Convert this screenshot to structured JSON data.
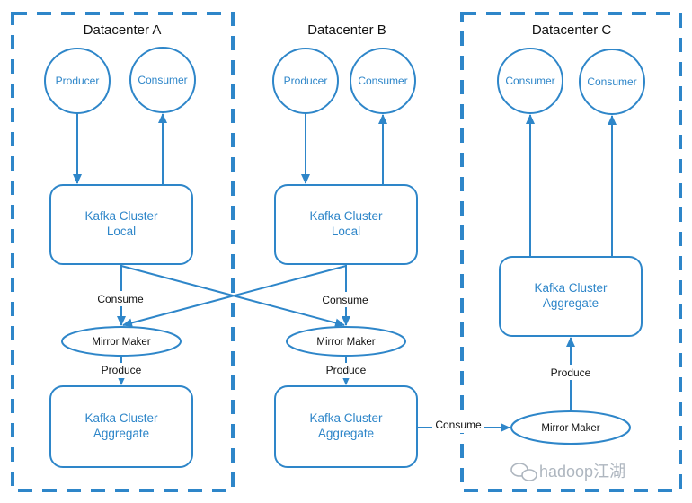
{
  "datacenters": [
    {
      "title": "Datacenter A"
    },
    {
      "title": "Datacenter B"
    },
    {
      "title": "Datacenter C"
    }
  ],
  "labels": {
    "producer": "Producer",
    "consumer": "Consumer",
    "kafka_line1": "Kafka Cluster",
    "local": "Local",
    "aggregate": "Aggregate",
    "mirror_maker": "Mirror Maker",
    "consume": "Consume",
    "produce": "Produce"
  },
  "watermark": {
    "text": "hadoop江湖"
  },
  "colors": {
    "accent": "#2e86c9",
    "text": "#111111"
  }
}
